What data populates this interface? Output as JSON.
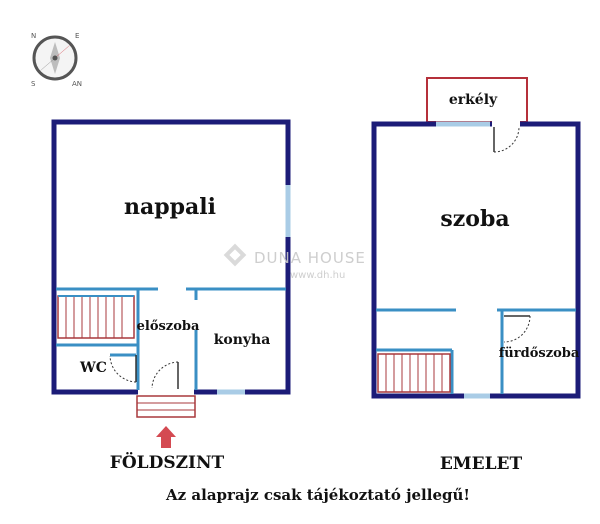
{
  "rooms": {
    "nappali": "nappali",
    "eloszoba": "előszoba",
    "konyha": "konyha",
    "wc": "WC",
    "erkely": "erkély",
    "szoba": "szoba",
    "furdoszoba": "fürdőszoba"
  },
  "floors": {
    "ground": "FÖLDSZINT",
    "upper": "EMELET"
  },
  "note": "Az alaprajz csak tájékoztató jellegű!",
  "watermark": {
    "brand": "DUNA HOUSE",
    "url": "www.dh.hu"
  },
  "compass": {
    "labels": [
      "N",
      "AN",
      "S",
      "E"
    ]
  },
  "colors": {
    "wall": "#1c1c78",
    "inner_wall": "#3a8fc4",
    "window": "#a9cce6",
    "stairs": "#a8383c",
    "balcony": "#b5303a",
    "arrow": "#d44a52"
  }
}
